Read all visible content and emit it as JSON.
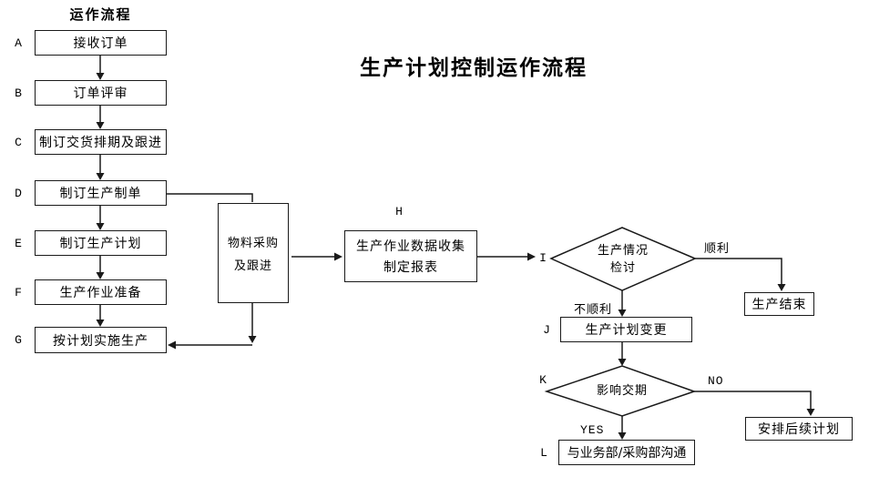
{
  "title": "生产计划控制运作流程",
  "column_header": "运作流程",
  "steps": {
    "a": {
      "letter": "A",
      "label": "接收订单"
    },
    "b": {
      "letter": "B",
      "label": "订单评审"
    },
    "c": {
      "letter": "C",
      "label": "制订交货排期及跟进"
    },
    "d": {
      "letter": "D",
      "label": "制订生产制单"
    },
    "e": {
      "letter": "E",
      "label": "制订生产计划"
    },
    "f": {
      "letter": "F",
      "label": "生产作业准备"
    },
    "g": {
      "letter": "G",
      "label": "按计划实施生产"
    }
  },
  "material_box": {
    "line1": "物料采购",
    "line2": "及跟进"
  },
  "h_step": {
    "letter": "H",
    "line1": "生产作业数据收集",
    "line2": "制定报表"
  },
  "i_decision": {
    "letter": "I",
    "line1": "生产情况",
    "line2": "检讨"
  },
  "j_step": {
    "letter": "J",
    "label": "生产计划变更"
  },
  "k_decision": {
    "letter": "K",
    "label": "影响交期"
  },
  "l_step": {
    "letter": "L",
    "label": "与业务部/采购部沟通"
  },
  "terminals": {
    "production_end": "生产结束",
    "followup_plan": "安排后续计划"
  },
  "branch_labels": {
    "smooth": "顺利",
    "not_smooth": "不顺利",
    "yes": "YES",
    "no": "NO"
  },
  "colors": {
    "line": "#1a1a1a",
    "background": "#ffffff",
    "text": "#000000"
  }
}
